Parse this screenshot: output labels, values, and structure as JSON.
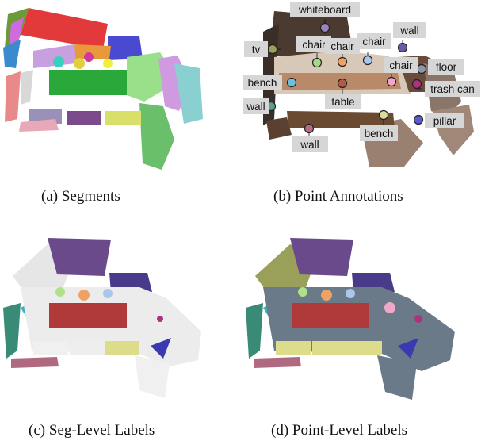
{
  "figure": {
    "panels": [
      {
        "caption": "(a)  Segments"
      },
      {
        "caption": "(b)  Point Annotations",
        "annotations": [
          {
            "text": "whiteboard",
            "color": "#9a82c4"
          },
          {
            "text": "tv",
            "color": "#9aa05a"
          },
          {
            "text": "chair",
            "color": "#a4d98a"
          },
          {
            "text": "chair",
            "color": "#f0a266"
          },
          {
            "text": "chair",
            "color": "#a9c6ec"
          },
          {
            "text": "wall",
            "color": "#6a5aa6"
          },
          {
            "text": "chair",
            "color": "#f0a8c8"
          },
          {
            "text": "floor",
            "color": "#8c98a6"
          },
          {
            "text": "bench",
            "color": "#6cc0dc"
          },
          {
            "text": "table",
            "color": "#b05a4a"
          },
          {
            "text": "trash can",
            "color": "#b0307e"
          },
          {
            "text": "wall",
            "color": "#58a08a"
          },
          {
            "text": "bench",
            "color": "#dada9a"
          },
          {
            "text": "pillar",
            "color": "#5a5ad0"
          },
          {
            "text": "wall",
            "color": "#b86a80"
          }
        ]
      },
      {
        "caption": "(c)  Seg-Level Labels"
      },
      {
        "caption": "(d)  Point-Level Labels"
      }
    ]
  }
}
